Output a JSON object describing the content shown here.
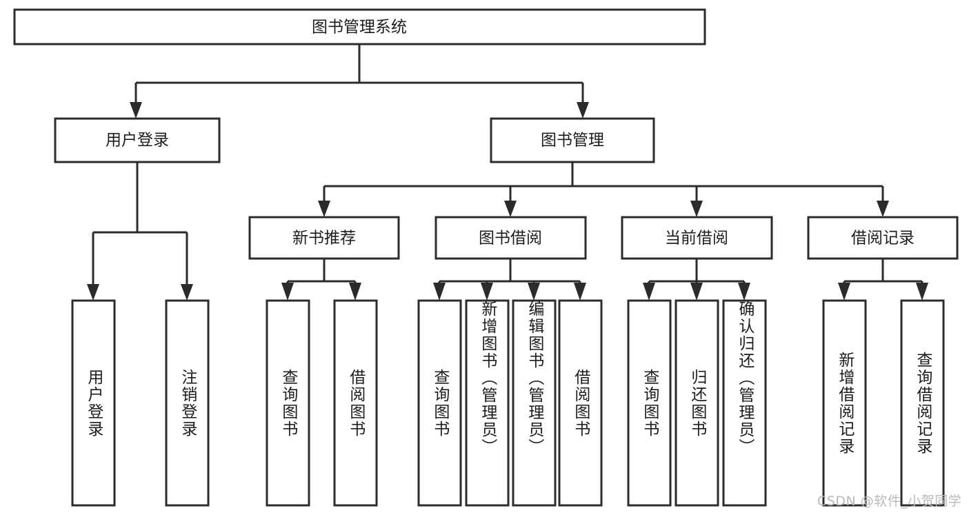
{
  "diagram": {
    "type": "tree",
    "title": "图书管理系统",
    "orientation": "top-down",
    "colors": {
      "node_stroke": "#2b2b2b",
      "node_fill": "#ffffff",
      "connector": "#2b2b2b",
      "text": "#1c1c1c",
      "background": "#ffffff",
      "watermark": "#b9b9b9"
    },
    "root": {
      "label": "图书管理系统"
    },
    "level2": [
      {
        "label": "用户登录"
      },
      {
        "label": "图书管理"
      }
    ],
    "level3": [
      {
        "label": "新书推荐"
      },
      {
        "label": "图书借阅"
      },
      {
        "label": "当前借阅"
      },
      {
        "label": "借阅记录"
      }
    ],
    "leaves": {
      "user_login": [
        {
          "label": "用户登录"
        },
        {
          "label": "注销登录"
        }
      ],
      "new_book_recommend": [
        {
          "label": "查询图书"
        },
        {
          "label": "借阅图书"
        }
      ],
      "book_borrow": [
        {
          "label": "查询图书"
        },
        {
          "label": "新增图书（管理员）"
        },
        {
          "label": "编辑图书（管理员）"
        },
        {
          "label": "借阅图书"
        }
      ],
      "current_borrow": [
        {
          "label": "查询图书"
        },
        {
          "label": "归还图书"
        },
        {
          "label": "确认归还（管理员）"
        }
      ],
      "borrow_record": [
        {
          "label": "新增借阅记录"
        },
        {
          "label": "查询借阅记录"
        }
      ]
    }
  },
  "watermark": {
    "text": "CSDN @软件_小贺同学"
  }
}
